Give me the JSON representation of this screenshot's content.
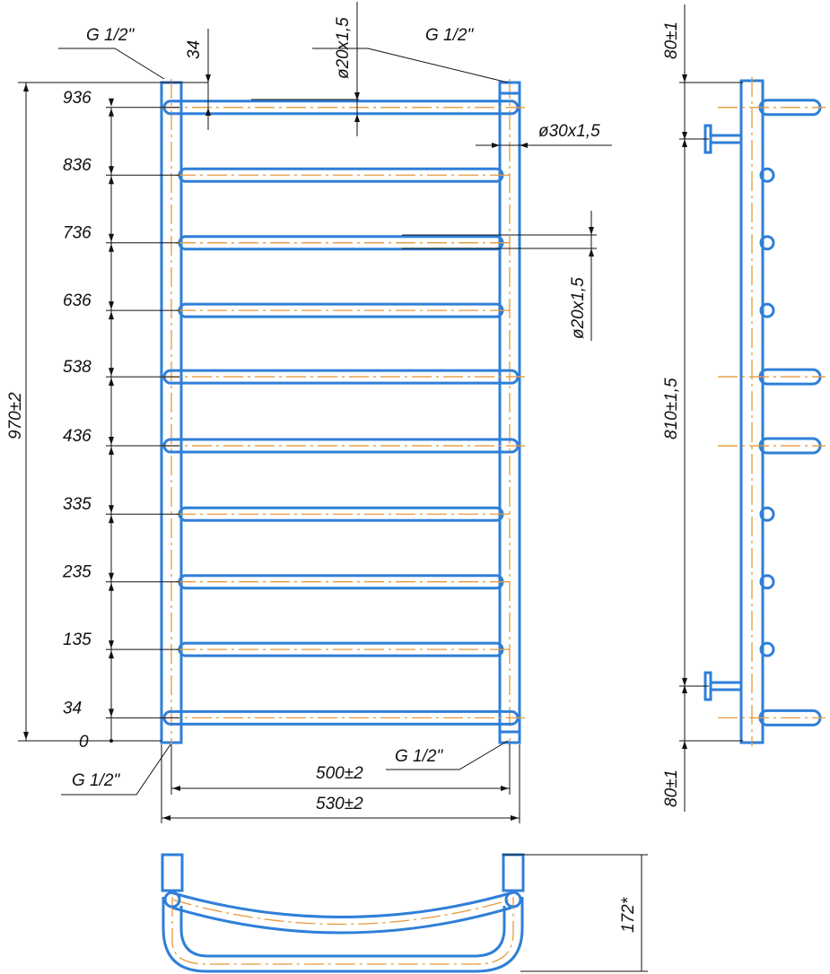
{
  "drawing": {
    "rail_levels": [
      936,
      836,
      736,
      636,
      538,
      436,
      335,
      235,
      135,
      34
    ],
    "long_rail_levels": [
      936,
      538,
      436,
      34
    ],
    "zero_label": "0",
    "labels": {
      "thread_top_left": "G 1/2\"",
      "thread_top_right": "G 1/2\"",
      "thread_bottom_left": "G 1/2\"",
      "thread_bottom_right": "G 1/2\"",
      "offset_top": "34",
      "rail_pipe_top": "ø20x1,5",
      "rail_pipe_right": "ø20x1,5",
      "post_pipe": "ø30x1,5",
      "total_height": "970±2",
      "center_distance": "500±2",
      "total_width": "530±2",
      "side_top": "80±1",
      "side_middle": "810±1,5",
      "side_bottom": "80±1",
      "depth": "172*"
    }
  }
}
